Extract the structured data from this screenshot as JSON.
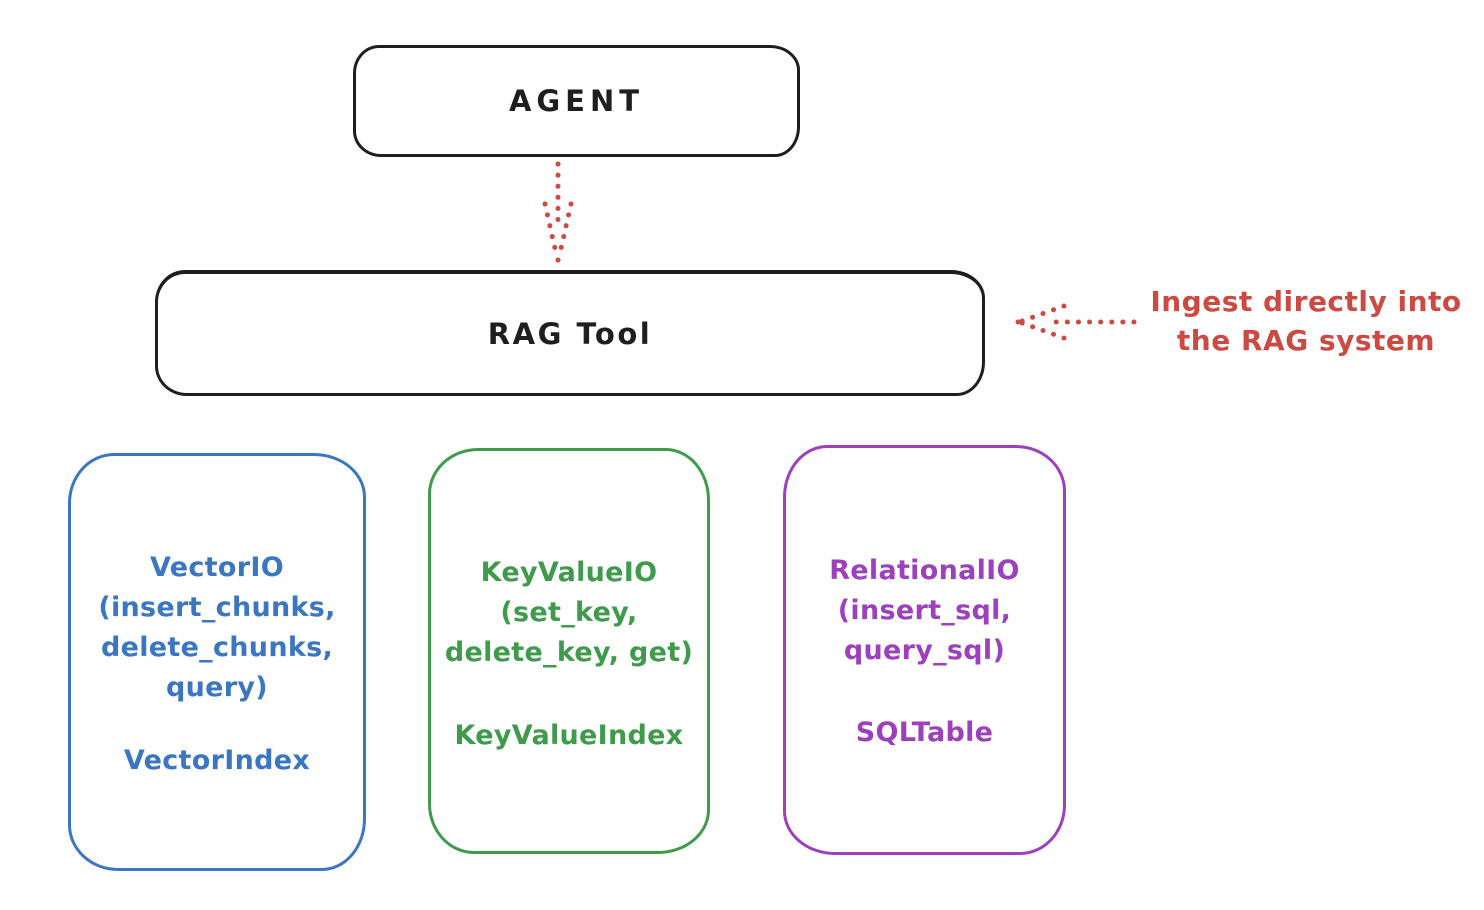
{
  "agent_box": {
    "label": "AGENT"
  },
  "rag_tool_box": {
    "label": "RAG Tool"
  },
  "annotation": {
    "line1": "Ingest directly into",
    "line2": "the RAG system"
  },
  "arrows": {
    "agent_to_rag": "dotted-down-arrow",
    "ingest_to_rag": "dotted-left-arrow"
  },
  "storage_boxes": {
    "vector": {
      "color": "#3a76c1",
      "lines": [
        "VectorIO",
        "(insert_chunks,",
        "delete_chunks,",
        "query)"
      ],
      "index": "VectorIndex"
    },
    "keyvalue": {
      "color": "#3f9b4b",
      "lines": [
        "KeyValueIO",
        "(set_key,",
        "delete_key, get)"
      ],
      "index": "KeyValueIndex"
    },
    "relational": {
      "color": "#9c40bd",
      "lines": [
        "RelationalIO",
        "(insert_sql,",
        "query_sql)"
      ],
      "index": "SQLTable"
    }
  },
  "colors": {
    "stroke": "#1e1e1e",
    "red": "#cc4a42",
    "blue": "#3a76c1",
    "green": "#3f9b4b",
    "purple": "#9c40bd",
    "background": "#ffffff"
  }
}
